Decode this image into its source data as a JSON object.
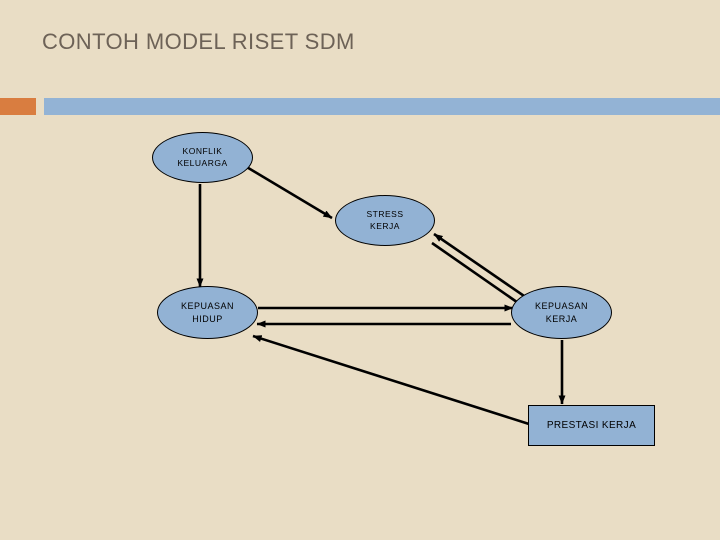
{
  "slide": {
    "title": "CONTOH MODEL RISET SDM",
    "title_color": "#6d6257",
    "background_color": "#e9ddc5",
    "accent_orange": "#d97d40",
    "accent_blue": "#93b3d5"
  },
  "diagram": {
    "node_fill": "#92b2d4",
    "node_stroke": "#000000",
    "arrow_color": "#000000",
    "nodes": [
      {
        "id": "konflik-keluarga",
        "label": "KONFLIK\nKELUARGA",
        "shape": "ellipse"
      },
      {
        "id": "stress-kerja",
        "label": "STRESS\nKERJA",
        "shape": "ellipse"
      },
      {
        "id": "kepuasan-hidup",
        "label": "KEPUASAN\nHIDUP",
        "shape": "ellipse"
      },
      {
        "id": "kepuasan-kerja",
        "label": "KEPUASAN\nKERJA",
        "shape": "ellipse"
      },
      {
        "id": "prestasi-kerja",
        "label": "PRESTASI KERJA",
        "shape": "rectangle"
      }
    ],
    "edges": [
      {
        "from": "konflik-keluarga",
        "to": "stress-kerja",
        "direction": "one-way"
      },
      {
        "from": "konflik-keluarga",
        "to": "kepuasan-hidup",
        "direction": "one-way"
      },
      {
        "from": "kepuasan-kerja",
        "to": "stress-kerja",
        "direction": "one-way"
      },
      {
        "from": "stress-kerja",
        "to": "kepuasan-kerja",
        "direction": "one-way"
      },
      {
        "from": "kepuasan-hidup",
        "to": "kepuasan-kerja",
        "direction": "one-way"
      },
      {
        "from": "kepuasan-kerja",
        "to": "kepuasan-hidup",
        "direction": "one-way"
      },
      {
        "from": "kepuasan-kerja",
        "to": "prestasi-kerja",
        "direction": "one-way"
      },
      {
        "from": "prestasi-kerja",
        "to": "kepuasan-hidup",
        "direction": "one-way"
      }
    ]
  }
}
